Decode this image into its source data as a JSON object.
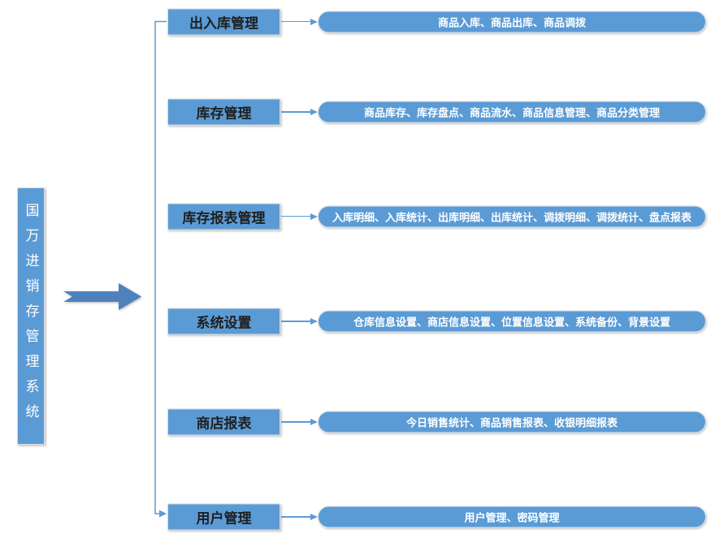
{
  "diagram": {
    "root": {
      "label": "国万进销存管理系统"
    },
    "branches": [
      {
        "label": "出入库管理",
        "items": "商品入库、商品出库、商品调拨"
      },
      {
        "label": "库存管理",
        "items": "商品库存、库存盘点、商品流水、商品信息管理、商品分类管理"
      },
      {
        "label": "库存报表管理",
        "items": "入库明细、入库统计、出库明细、出库统计、调拨明细、调拨统计、盘点报表"
      },
      {
        "label": "系统设置",
        "items": "仓库信息设置、商店信息设置、位置信息设置、系统备份、背景设置"
      },
      {
        "label": "商店报表",
        "items": "今日销售统计、商品销售报表、收银明细报表"
      },
      {
        "label": "用户管理",
        "items": "用户管理、密码管理"
      }
    ],
    "colors": {
      "node_fill": "#5b9bd5",
      "arrow_fill": "#4f81bd",
      "connector": "#5b9bd5",
      "box_text": "#1f1f1f",
      "pill_text": "#ffffff"
    }
  }
}
